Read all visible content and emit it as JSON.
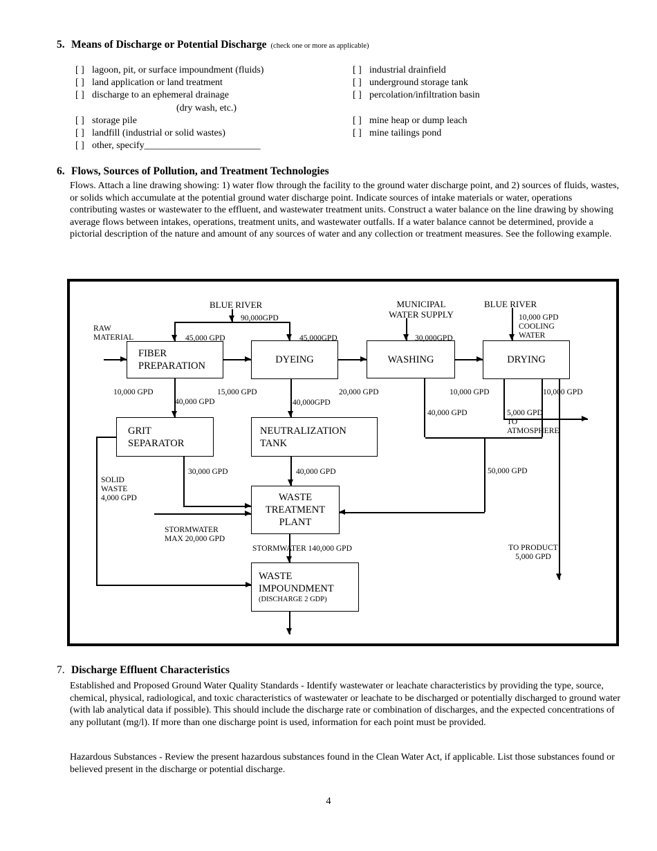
{
  "page_number": "4",
  "section5": {
    "number": "5.",
    "title": "Means of Discharge or Potential Discharge",
    "note": "(check one or more as applicable)",
    "checkbox_glyph": "[ ]",
    "rows": [
      {
        "left": "lagoon, pit, or surface impoundment (fluids)",
        "right": "industrial drainfield"
      },
      {
        "left": "land application or land treatment",
        "right": "underground storage tank"
      },
      {
        "left": "discharge to an ephemeral drainage",
        "right": "percolation/infiltration basin"
      },
      {
        "left": "(dry wash, etc.)",
        "right": ""
      },
      {
        "left": "storage pile",
        "right": "mine heap or dump leach"
      },
      {
        "left": "landfill (industrial or solid wastes)",
        "right": "mine tailings pond"
      },
      {
        "left": "other, specify________________________",
        "right": ""
      }
    ]
  },
  "section6": {
    "number": "6.",
    "title": "Flows, Sources of Pollution, and Treatment Technologies",
    "body": "Flows.  Attach a line drawing showing:  1) water flow through the facility to the ground water discharge point, and 2) sources of fluids, wastes, or solids which accumulate at the potential ground water discharge point.  Indicate sources of intake materials or water, operations contributing wastes or wastewater to the effluent, and wastewater treatment units.  Construct a water balance on the line drawing by showing average flows between intakes, operations, treatment units, and wastewater outfalls.  If a water balance cannot be determined, provide a pictorial description of the nature and amount of any sources of water and any collection or treatment measures.  See the following example."
  },
  "diagram": {
    "boxes": {
      "fiber_preparation": "FIBER\nPREPARATION",
      "dyeing": "DYEING",
      "washing": "WASHING",
      "drying": "DRYING",
      "grit_separator": "GRIT\nSEPARATOR",
      "neutralization_tank": "NEUTRALIZATION\nTANK",
      "waste_treatment_plant": "WASTE\nTREATMENT\nPLANT",
      "waste_impoundment": "WASTE\nIMPOUNDMENT",
      "waste_impoundment_sub": "(DISCHARGE 2 GDP)"
    },
    "labels": {
      "blue_river_left": "BLUE RIVER",
      "blue_river_right": "BLUE RIVER",
      "municipal_water_supply": "MUNICIPAL\nWATER SUPPLY",
      "cooling_water": "10,000 GPD\nCOOLING\nWATER",
      "raw_material": "RAW\nMATERIAL",
      "river_intake": "90,000GPD",
      "fiber_intake": "45,000 GPD",
      "dyeing_intake": "45,000GPD",
      "washing_intake": "30,000GPD",
      "fiber_loss": "10,000 GPD",
      "dyeing_loss": "15,000 GPD",
      "washing_carry": "20,000 GPD",
      "washing_loss": "10,000 GPD",
      "drying_loss": "10,000 GPD",
      "fiber_to_grit": "40,000 GPD",
      "dyeing_to_neutralization": "40,000GPD",
      "washing_to_bus": "40,000 GPD",
      "to_atmosphere": "5,000 GPD\nTO\nATMOSPHERE",
      "bus_to_treatment": "50,000 GPD",
      "grit_to_treatment": "30,000 GPD",
      "neutralization_to_treatment": "40,000 GPD",
      "solid_waste": "SOLID\nWASTE\n4,000 GPD",
      "stormwater_in": "STORMWATER\nMAX 20,000 GPD",
      "treatment_out": "STORMWATER 140,000 GPD",
      "to_product": "TO PRODUCT\n5,000 GPD"
    }
  },
  "section7": {
    "number": "7.",
    "title": "Discharge Effluent Characteristics",
    "para1": "Established and Proposed Ground Water Quality Standards - Identify wastewater or leachate characteristics by providing the type, source, chemical, physical, radiological, and toxic characteristics of wastewater or leachate to be discharged or potentially discharged to ground water (with lab analytical data if possible).  This should include the discharge rate or combination of discharges, and the expected concentrations of any pollutant (mg/l).  If more than one discharge point is used, information for each point must be provided.",
    "para2": "Hazardous Substances - Review the present hazardous substances found in the Clean Water Act, if applicable.  List those substances found or believed present in the discharge or potential discharge."
  }
}
